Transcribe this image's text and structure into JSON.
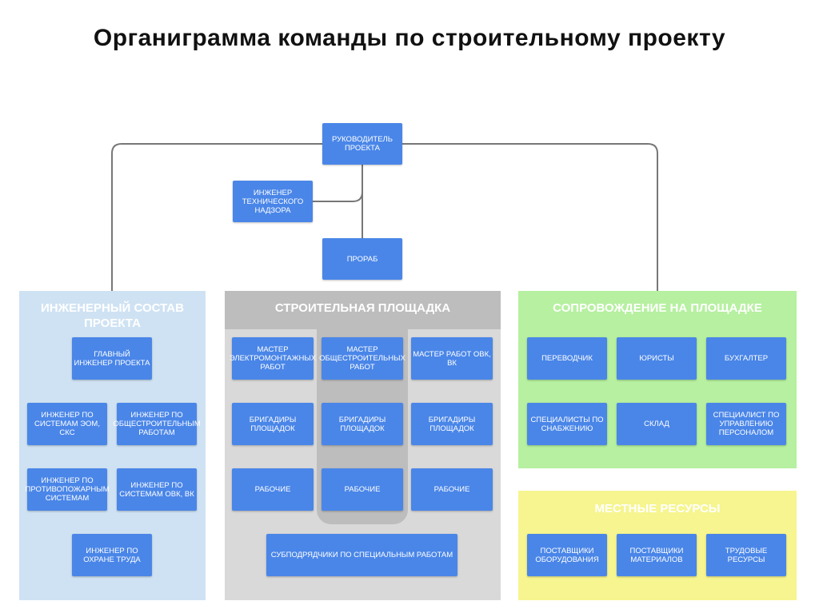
{
  "title": "Органиграмма команды по строительному проекту",
  "top": {
    "manager": "Руководитель проекта",
    "tech_supervisor": "Инженер технического надзора",
    "foreman": "Прораб"
  },
  "engineering": {
    "title": "Инженерный состав проекта",
    "chief": "Главный инженер проекта",
    "eom": "Инженер по системам ЭОМ, СКС",
    "general": "Инженер по общестроительным работам",
    "fire": "Инженер по противопожарным системам",
    "ovk": "Инженер по системам ОВК, ВК",
    "safety": "Инженер по охране труда"
  },
  "site": {
    "title": "Строительная площадка",
    "col1": {
      "master": "Мастер электромонтажных работ",
      "crews": "Бригадиры площадок",
      "workers": "Рабочие"
    },
    "col2": {
      "master": "Мастер общестроительных работ",
      "crews": "Бригадиры площадок",
      "workers": "Рабочие"
    },
    "col3": {
      "master": "Мастер работ ОВК, ВК",
      "crews": "Бригадиры площадок",
      "workers": "Рабочие"
    },
    "subcontractors": "Субподрядчики по специальным работам"
  },
  "support": {
    "title": "Сопровождение на площадке",
    "items": [
      "Переводчик",
      "Юристы",
      "Бухгалтер",
      "Специалисты по снабжению",
      "Склад",
      "Специалист по управлению персоналом"
    ]
  },
  "local": {
    "title": "Местные ресурсы",
    "items": [
      "Поставщики оборудования",
      "Поставщики материалов",
      "Трудовые ресурсы"
    ]
  },
  "colors": {
    "box": "#4a86e8",
    "engineering_panel": "#cfe2f3",
    "site_panel": "#d9d9d9",
    "site_header": "#bdbdbd",
    "support_panel": "#b6f0a0",
    "local_panel": "#f6f58f"
  }
}
